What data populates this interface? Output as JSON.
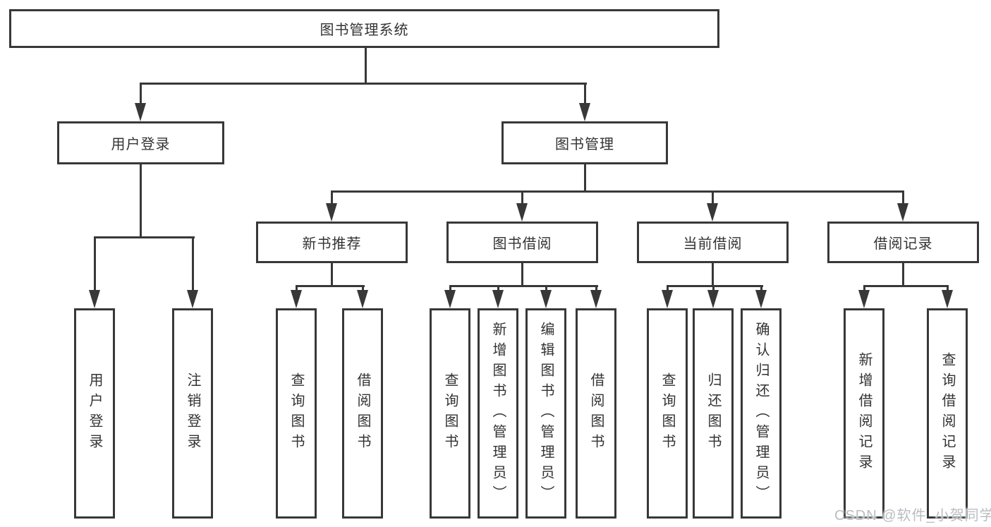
{
  "colors": {
    "line": "#383838",
    "box_border": "#383838",
    "text": "#333333",
    "background": "#ffffff",
    "watermark": "#b9bdc2"
  },
  "watermark": {
    "text": "CSDN @软件_小贺同学"
  },
  "tree": {
    "root": {
      "label": "图书管理系统"
    },
    "branches": [
      {
        "label": "用户登录",
        "children": [
          {
            "label": "用户登录"
          },
          {
            "label": "注销登录"
          }
        ]
      },
      {
        "label": "图书管理",
        "sections": [
          {
            "label": "新书推荐",
            "children": [
              {
                "label": "查询图书"
              },
              {
                "label": "借阅图书"
              }
            ]
          },
          {
            "label": "图书借阅",
            "children": [
              {
                "label": "查询图书"
              },
              {
                "label": "新增图书（管理员）"
              },
              {
                "label": "编辑图书（管理员）"
              },
              {
                "label": "借阅图书"
              }
            ]
          },
          {
            "label": "当前借阅",
            "children": [
              {
                "label": "查询图书"
              },
              {
                "label": "归还图书"
              },
              {
                "label": "确认归还（管理员）"
              }
            ]
          },
          {
            "label": "借阅记录",
            "children": [
              {
                "label": "新增借阅记录"
              },
              {
                "label": "查询借阅记录"
              }
            ]
          }
        ]
      }
    ]
  }
}
